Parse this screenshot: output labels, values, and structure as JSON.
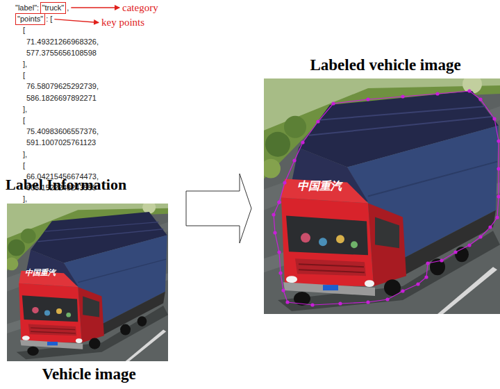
{
  "diagram": {
    "nodes": [
      {
        "text": [
          "\"truck\""
        ]
      },
      {
        "text": [
          "\"points\""
        ]
      }
    ],
    "labels": [
      "\"label\":",
      ",",
      "category",
      ": [",
      "key points",
      "[",
      "71.49321266968326,",
      "577.3755656108598",
      "],",
      "[",
      "76.58079625292739,",
      "586.1826697892271",
      "],",
      "[",
      "75.40983606557376,",
      "591.1007025761123",
      "],",
      "[",
      "66.04215456674473,",
      "605.1522248243559",
      "],",
      "Label Information",
      "Vehicle image",
      "Labeled vehicle image",
      "中国重汽",
      "中国重汽"
    ]
  }
}
